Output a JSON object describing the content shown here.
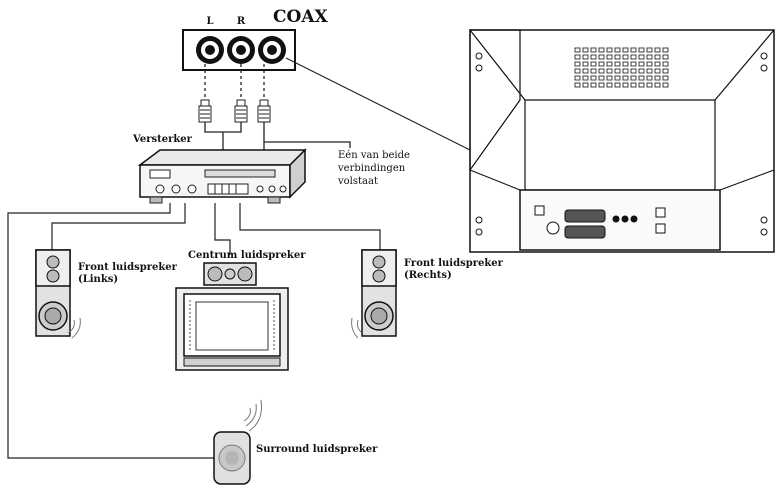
{
  "jack_labels": {
    "left": "L",
    "right": "R",
    "coax": "COAX"
  },
  "amplifier_label": "Versterker",
  "note_lines": [
    "Eén van beide",
    "verbindingen",
    "volstaat"
  ],
  "speakers": {
    "front_left": [
      "Front luidspreker",
      "(Links)"
    ],
    "center": "Centrum luidspreker",
    "front_right": [
      "Front luidspreker",
      "(Rechts)"
    ],
    "surround": "Surround luidspreker"
  },
  "colors": {
    "line": "#222222",
    "panel": "#f4f4f4",
    "speaker": "#d8d8d8",
    "cone": "#aaaaaa"
  }
}
